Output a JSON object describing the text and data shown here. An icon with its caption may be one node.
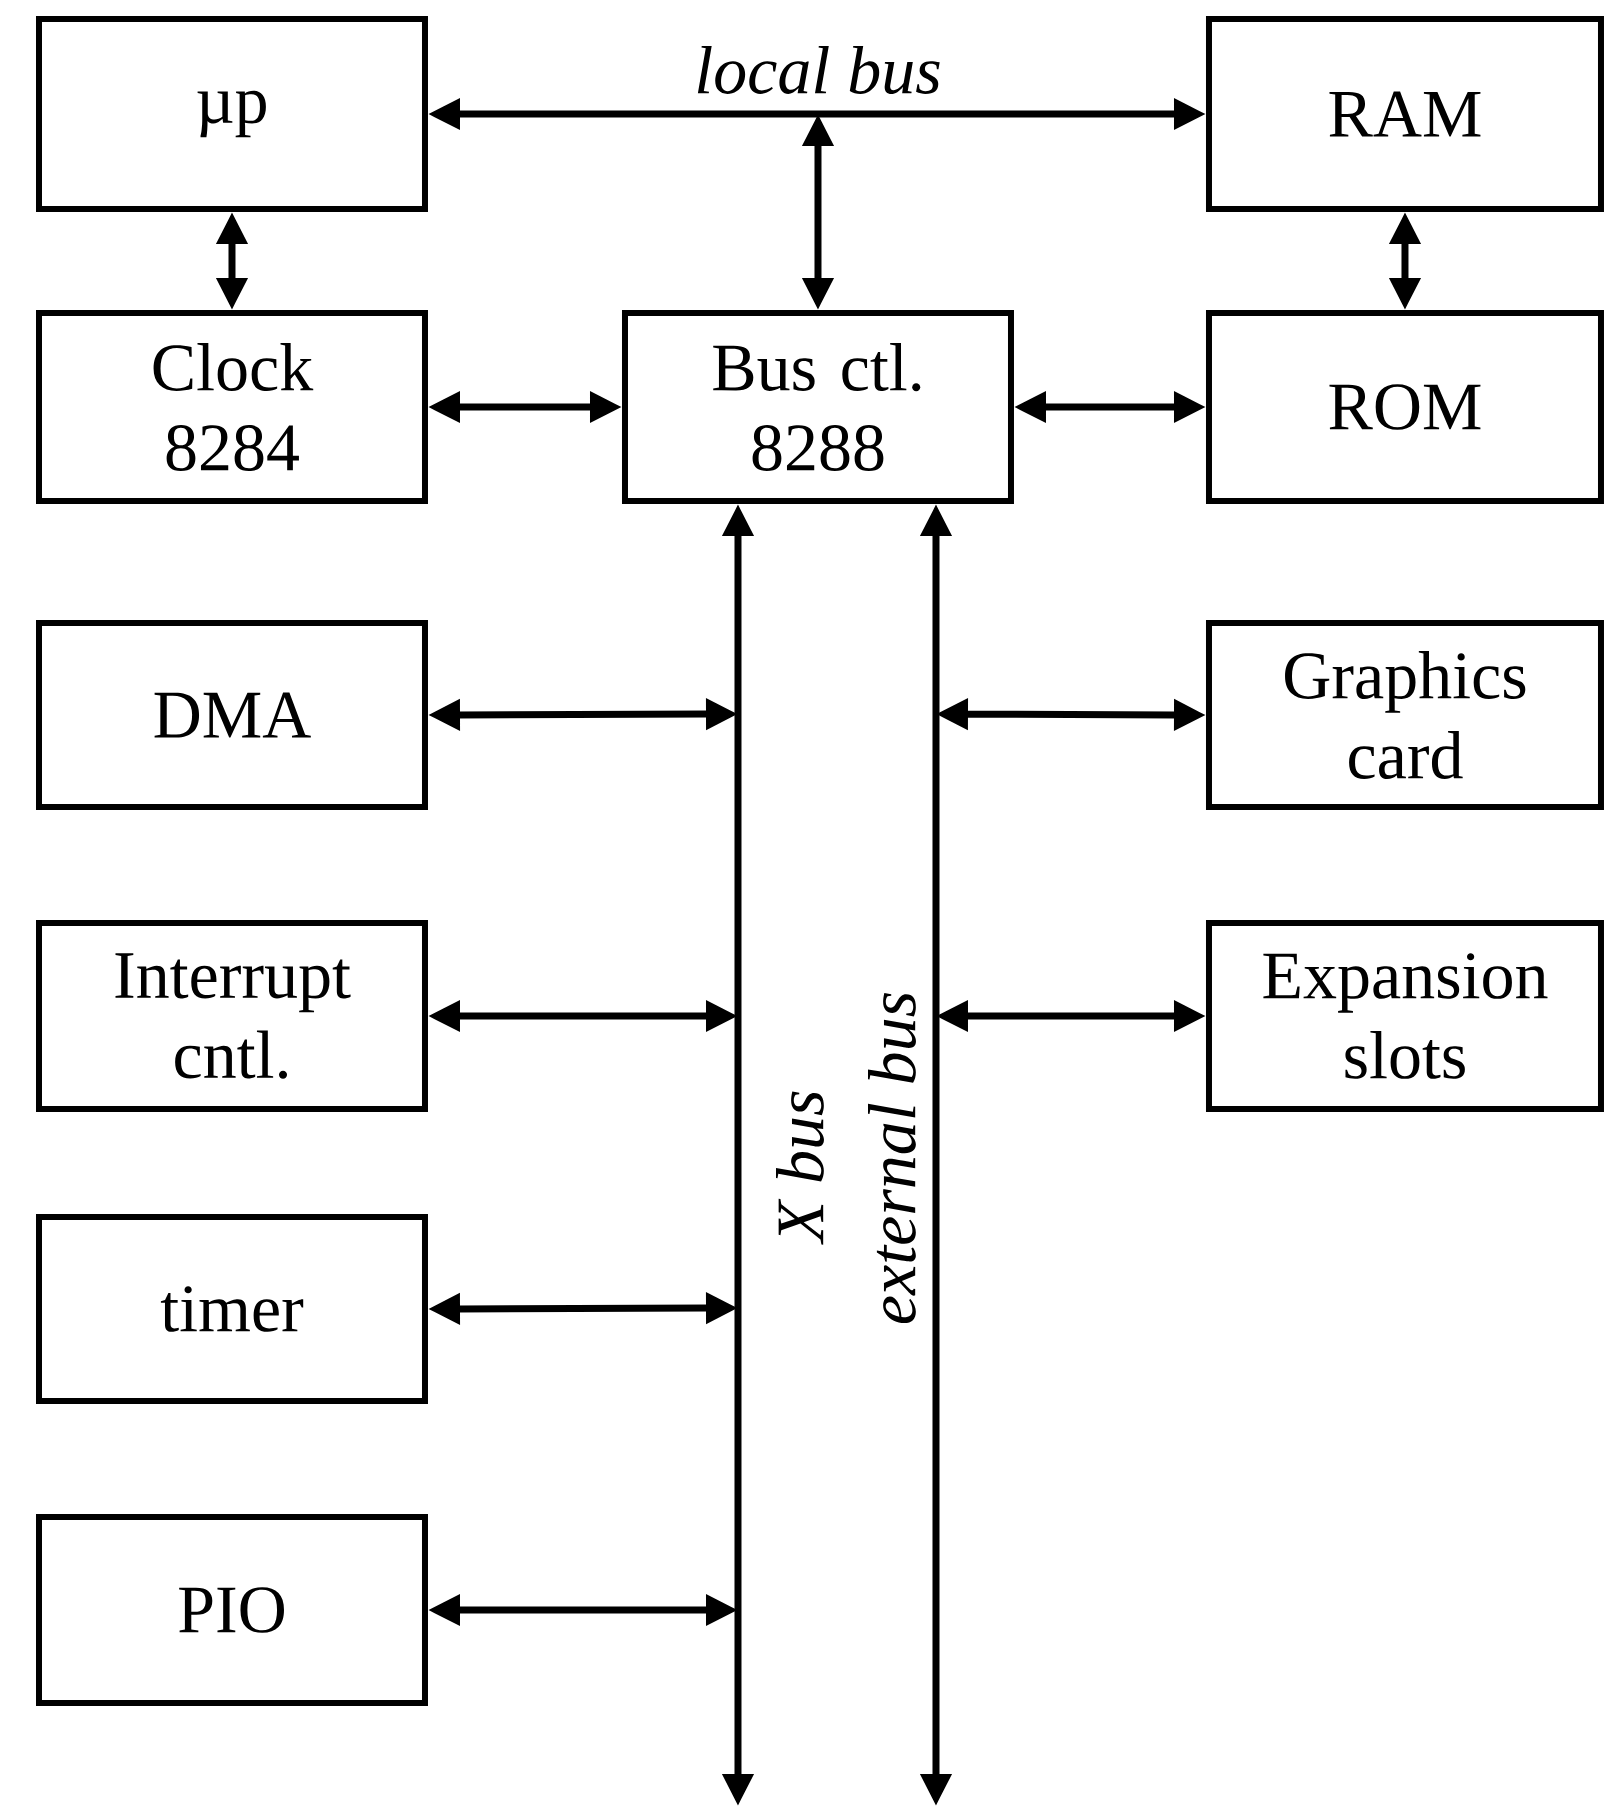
{
  "diagram": {
    "nodes": [
      {
        "text": [
          "µp"
        ]
      },
      {
        "text": [
          "RAM"
        ]
      },
      {
        "text": [
          "Clock 8284"
        ]
      },
      {
        "text": [
          "Bus ctl. 8288"
        ]
      },
      {
        "text": [
          "ROM"
        ]
      },
      {
        "text": [
          "DMA"
        ]
      },
      {
        "text": [
          "Graphics card"
        ]
      },
      {
        "text": [
          "Interrupt cntl."
        ]
      },
      {
        "text": [
          "Expansion slots"
        ]
      },
      {
        "text": [
          "timer"
        ]
      },
      {
        "text": [
          "PIO"
        ]
      }
    ],
    "edges": [
      {
        "from": 0,
        "to": 1,
        "arrow": "both",
        "label": "local bus"
      },
      {
        "from": null,
        "to": 3,
        "arrow": "both"
      },
      {
        "from": 0,
        "to": 2,
        "arrow": "both"
      },
      {
        "from": 1,
        "to": 4,
        "arrow": "both"
      },
      {
        "from": 2,
        "to": 3,
        "arrow": "both"
      },
      {
        "from": 3,
        "to": 4,
        "arrow": "both"
      },
      {
        "from": 3,
        "to": null,
        "arrow": "both",
        "label": "X bus"
      },
      {
        "from": 3,
        "to": null,
        "arrow": "both",
        "label": "external bus"
      },
      {
        "from": 5,
        "to": null,
        "arrow": "both"
      },
      {
        "from": 7,
        "to": null,
        "arrow": "both"
      },
      {
        "from": 9,
        "to": null,
        "arrow": "both"
      },
      {
        "from": 10,
        "to": null,
        "arrow": "both"
      },
      {
        "from": 6,
        "to": null,
        "arrow": "both"
      },
      {
        "from": 8,
        "to": null,
        "arrow": "both"
      }
    ]
  }
}
